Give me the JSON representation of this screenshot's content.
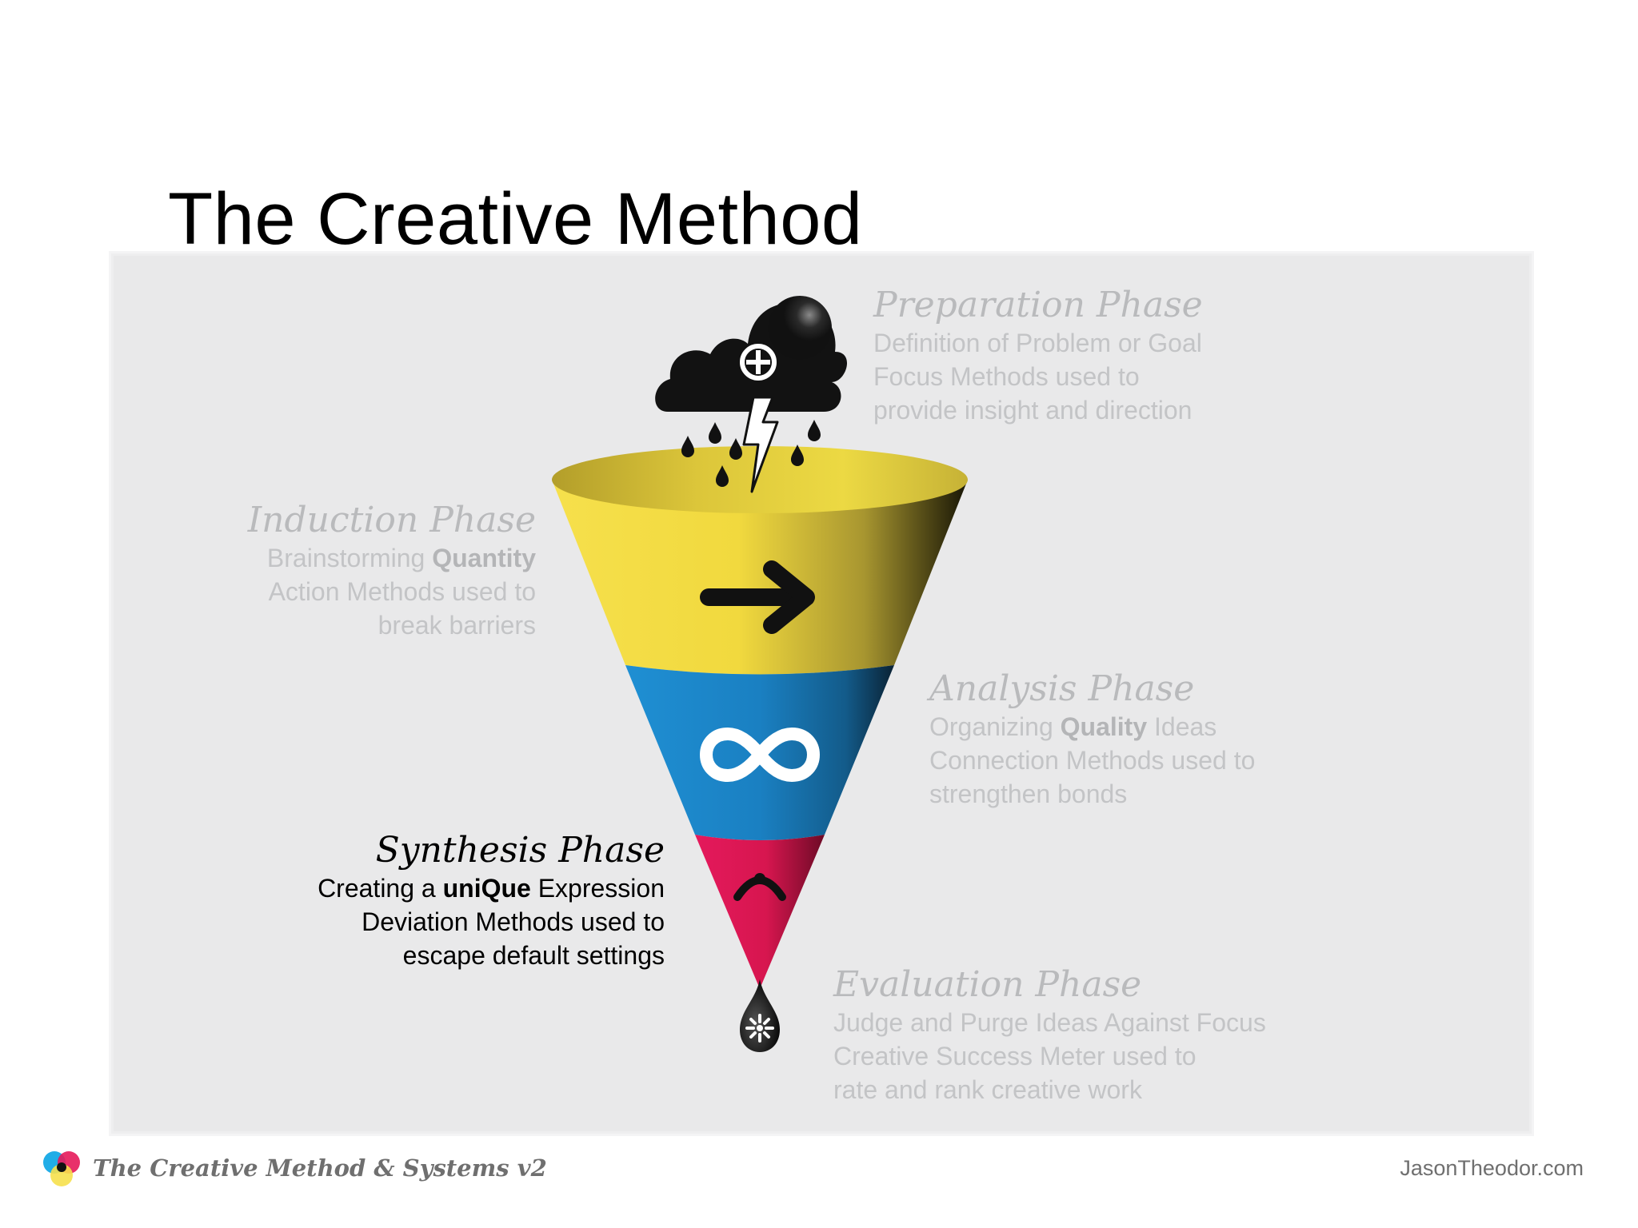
{
  "title": "The Creative Method",
  "phases": {
    "preparation": {
      "title": "Preparation Phase",
      "line1": "Definition of Problem or Goal",
      "line2": "Focus Methods used to",
      "line3": "provide insight and direction"
    },
    "induction": {
      "title": "Induction Phase",
      "line1_pre": "Brainstorming",
      "line1_bold": "Quantity",
      "line2": "Action Methods used to",
      "line3": "break barriers"
    },
    "analysis": {
      "title": "Analysis Phase",
      "line1_pre": "Organizing",
      "line1_bold": "Quality",
      "line1_post": "Ideas",
      "line2": "Connection Methods used to",
      "line3": "strengthen bonds"
    },
    "synthesis": {
      "title": "Synthesis Phase",
      "line1_pre": "Creating a",
      "line1_bold": "uniQue",
      "line1_post": "Expression",
      "line2": "Deviation Methods used to",
      "line3": "escape default settings"
    },
    "evaluation": {
      "title": "Evaluation Phase",
      "line1": "Judge and Purge Ideas Against Focus",
      "line2": "Creative Success Meter used to",
      "line3": "rate and rank creative work"
    }
  },
  "funnel_colors": {
    "yellow": "#f3dc3f",
    "blue": "#1b86c8",
    "magenta": "#e5195a",
    "dark": "#111111"
  },
  "icons": {
    "cloud": "storm-cloud-icon",
    "preparation": "crosshair-icon",
    "induction": "arrow-right-icon",
    "analysis": "infinity-icon",
    "synthesis": "deviation-curve-icon",
    "evaluation": "droplet-burst-icon"
  },
  "footer": {
    "left": "The Creative Method & Systems v2",
    "right": "JasonTheodor.com"
  }
}
